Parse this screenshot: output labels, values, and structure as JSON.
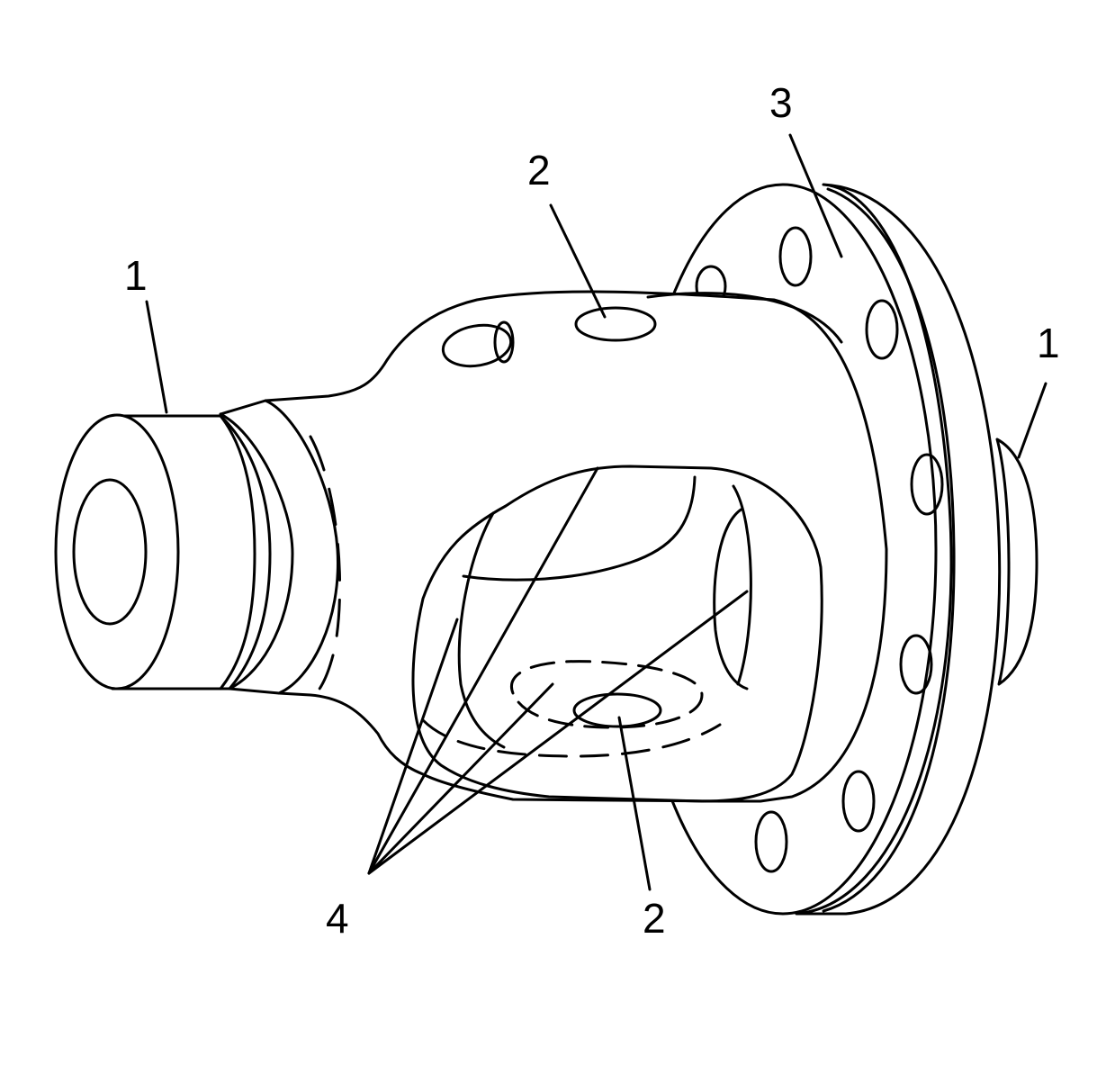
{
  "diagram": {
    "callouts": {
      "c1_left": "1",
      "c1_right": "1",
      "c2_top": "2",
      "c2_bottom": "2",
      "c3": "3",
      "c4": "4"
    },
    "colors": {
      "stroke": "#000000",
      "background": "#ffffff"
    }
  }
}
